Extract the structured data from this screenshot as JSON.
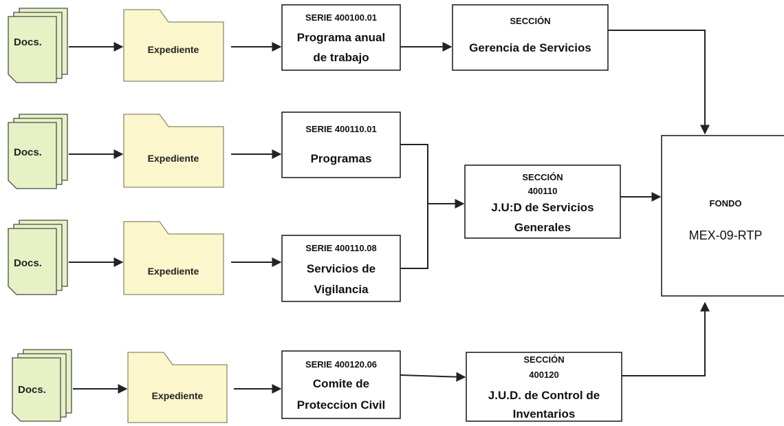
{
  "colors": {
    "docs_fill": "#e6f2c5",
    "folder_fill": "#fbf6cc",
    "line": "#222222",
    "box_border": "#222222"
  },
  "rows": [
    {
      "docs_label": "Docs.",
      "expediente_label": "Expediente",
      "serie": {
        "code": "SERIE 400100.01",
        "name_lines": [
          "Programa anual",
          "de trabajo"
        ]
      }
    },
    {
      "docs_label": "Docs.",
      "expediente_label": "Expediente",
      "serie": {
        "code": "SERIE 400110.01",
        "name_lines": [
          "Programas"
        ]
      }
    },
    {
      "docs_label": "Docs.",
      "expediente_label": "Expediente",
      "serie": {
        "code": "SERIE 400110.08",
        "name_lines": [
          "Servicios de",
          "Vigilancia"
        ]
      }
    },
    {
      "docs_label": "Docs.",
      "expediente_label": "Expediente",
      "serie": {
        "code": "SERIE 400120.06",
        "name_lines": [
          "Comite de",
          "Proteccion Civil"
        ]
      }
    }
  ],
  "secciones": [
    {
      "title": "SECCIÓN",
      "code": "",
      "name_lines": [
        "Gerencia de Servicios"
      ]
    },
    {
      "title": "SECCIÓN",
      "code": "400110",
      "name_lines": [
        "J.U:D de Servicios",
        "Generales"
      ]
    },
    {
      "title": "SECCIÓN",
      "code": "400120",
      "name_lines": [
        "J.U.D. de Control de",
        "Inventarios"
      ]
    }
  ],
  "fondo": {
    "title": "FONDO",
    "code": "MEX-09-RTP"
  }
}
